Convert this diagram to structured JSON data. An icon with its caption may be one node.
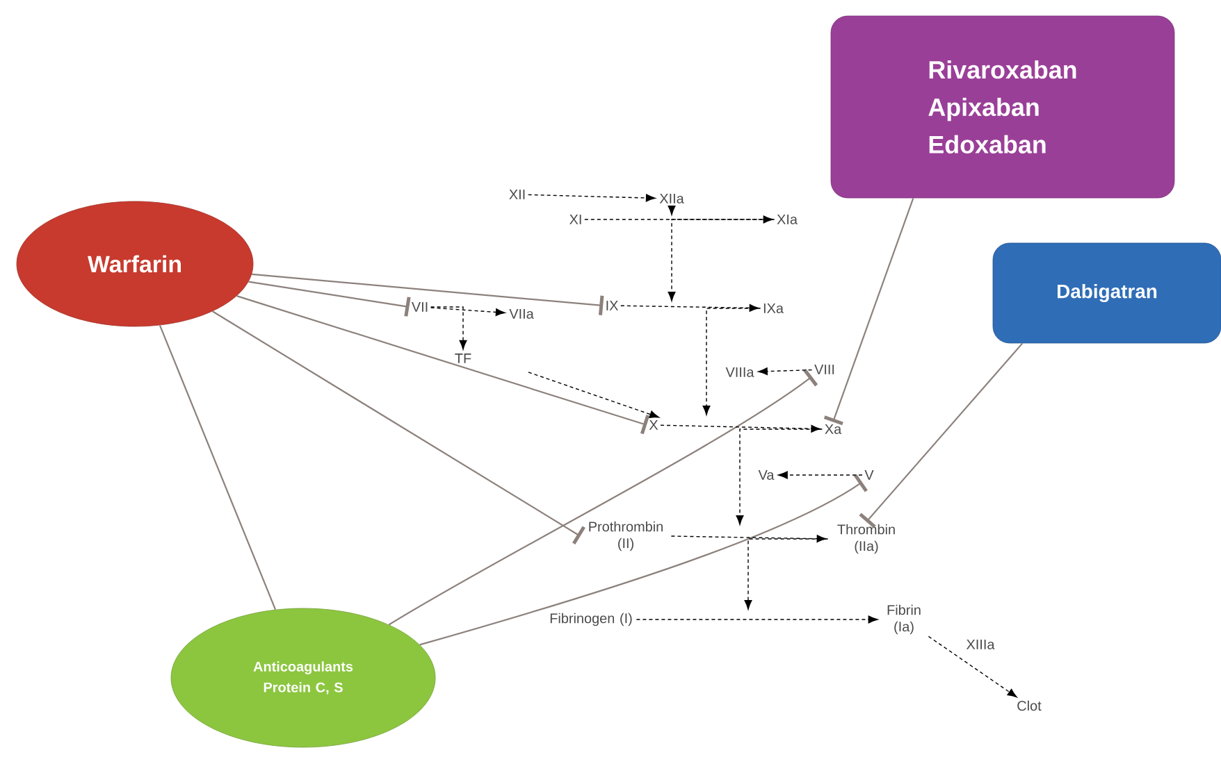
{
  "diagram": {
    "nodes": [
      {
        "text": [
          "Warfarin"
        ]
      },
      {
        "text": [
          "Rivaroxaban",
          "Apixaban",
          "Edoxaban"
        ]
      },
      {
        "text": [
          "Dabigatran"
        ]
      },
      {
        "text": [
          "Anticoagulants Protein C, S"
        ]
      },
      {
        "text": [
          "XII"
        ]
      },
      {
        "text": [
          "XIIa"
        ]
      },
      {
        "text": [
          "XI"
        ]
      },
      {
        "text": [
          "XIa"
        ]
      },
      {
        "text": [
          "VII"
        ]
      },
      {
        "text": [
          "VIIa"
        ]
      },
      {
        "text": [
          "TF"
        ]
      },
      {
        "text": [
          "IX"
        ]
      },
      {
        "text": [
          "IXa"
        ]
      },
      {
        "text": [
          "X"
        ]
      },
      {
        "text": [
          "Xa"
        ]
      },
      {
        "text": [
          "VIIIa"
        ]
      },
      {
        "text": [
          "VIII"
        ]
      },
      {
        "text": [
          "Va"
        ]
      },
      {
        "text": [
          "V"
        ]
      },
      {
        "text": [
          "Prothrombin (II)"
        ]
      },
      {
        "text": [
          "Thrombin (IIa)"
        ]
      },
      {
        "text": [
          "Fibrinogen (I)"
        ]
      },
      {
        "text": [
          "Fibrin (Ia)"
        ]
      },
      {
        "text": [
          "Clot"
        ]
      }
    ],
    "edges": [
      {
        "from": 0,
        "to": 11,
        "arrow": "other",
        "color": "#8c817c"
      },
      {
        "from": 0,
        "to": 8,
        "arrow": "other",
        "color": "#8c817c"
      },
      {
        "from": 0,
        "to": 13,
        "arrow": "other",
        "color": "#8c817c"
      },
      {
        "from": 0,
        "to": 19,
        "arrow": "other",
        "color": "#8c817c"
      },
      {
        "from": 0,
        "to": 3,
        "arrow": "none",
        "color": "#8c817c"
      },
      {
        "from": 1,
        "to": 14,
        "arrow": "other",
        "color": "#8c817c"
      },
      {
        "from": 2,
        "to": 20,
        "arrow": "other",
        "color": "#8c817c"
      },
      {
        "from": 3,
        "to": 16,
        "arrow": "other",
        "color": "#8c817c"
      },
      {
        "from": 3,
        "to": 18,
        "arrow": "other",
        "color": "#8c817c"
      },
      {
        "from": 4,
        "to": 5,
        "arrow": "to",
        "style": "dashed"
      },
      {
        "from": 6,
        "to": 7,
        "arrow": "to",
        "style": "dashed"
      },
      {
        "from": 5,
        "to": null,
        "arrow": "to",
        "style": "dashed"
      },
      {
        "from": 7,
        "to": null,
        "arrow": "to",
        "style": "dashed"
      },
      {
        "from": 8,
        "to": 9,
        "arrow": "to",
        "style": "dashed"
      },
      {
        "from": 8,
        "to": 10,
        "arrow": "to",
        "style": "dashed"
      },
      {
        "from": 11,
        "to": 12,
        "arrow": "to",
        "style": "dashed"
      },
      {
        "from": null,
        "to": 13,
        "arrow": "to",
        "style": "dashed"
      },
      {
        "from": 12,
        "to": null,
        "arrow": "to",
        "style": "dashed"
      },
      {
        "from": 16,
        "to": 15,
        "arrow": "to",
        "style": "dashed"
      },
      {
        "from": 13,
        "to": 14,
        "arrow": "to",
        "style": "dashed"
      },
      {
        "from": 14,
        "to": null,
        "arrow": "to",
        "style": "dashed"
      },
      {
        "from": 18,
        "to": 17,
        "arrow": "to",
        "style": "dashed"
      },
      {
        "from": 19,
        "to": 20,
        "arrow": "to",
        "style": "dashed"
      },
      {
        "from": 20,
        "to": null,
        "arrow": "to",
        "style": "dashed"
      },
      {
        "from": 21,
        "to": 22,
        "arrow": "to",
        "style": "dashed"
      },
      {
        "from": 22,
        "to": 23,
        "arrow": "to",
        "style": "dashed",
        "label": "XIIIa"
      }
    ]
  }
}
